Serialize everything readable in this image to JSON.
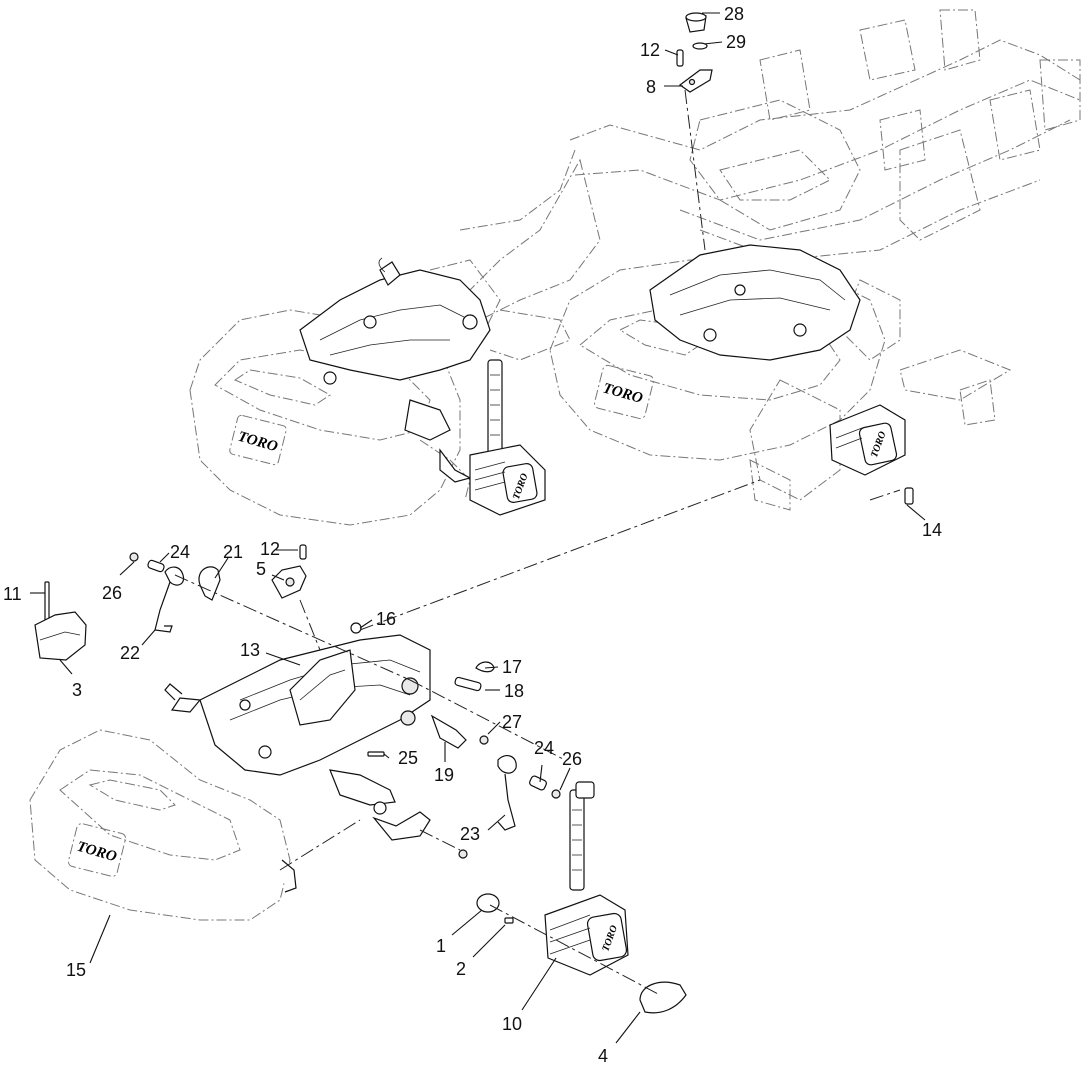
{
  "brand_label": "TORO",
  "callouts": {
    "c1": "1",
    "c2": "2",
    "c3": "3",
    "c4": "4",
    "c5": "5",
    "c8": "8",
    "c10": "10",
    "c11": "11",
    "c12a": "12",
    "c12b": "12",
    "c13": "13",
    "c14": "14",
    "c15": "15",
    "c16": "16",
    "c17": "17",
    "c18": "18",
    "c19": "19",
    "c21": "21",
    "c22": "22",
    "c23": "23",
    "c24a": "24",
    "c24b": "24",
    "c25": "25",
    "c26a": "26",
    "c26b": "26",
    "c27": "27",
    "c28": "28",
    "c29": "29"
  }
}
